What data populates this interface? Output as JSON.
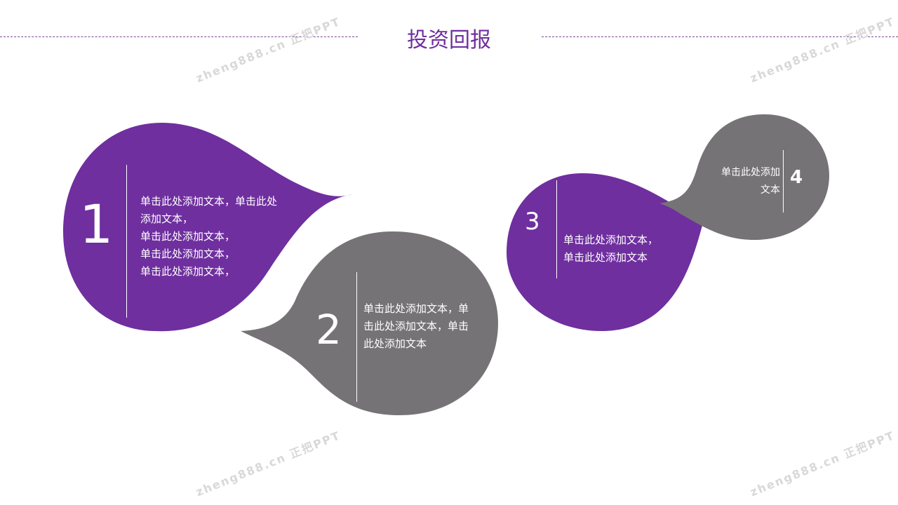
{
  "title": "投资回报",
  "watermark": "zheng888.cn 正把PPT",
  "colors": {
    "purple": "#6f2f9f",
    "gray": "#767376"
  },
  "items": [
    {
      "number": "1",
      "text": [
        "单击此处添加文本，单击此处",
        "添加文本，",
        "单击此处添加文本，",
        "单击此处添加文本，",
        "单击此处添加文本，"
      ]
    },
    {
      "number": "2",
      "text": [
        "单击此处添加文本，单",
        "击此处添加文本，单击",
        "此处添加文本"
      ]
    },
    {
      "number": "3",
      "text": [
        "单击此处添加文本，",
        "单击此处添加文本"
      ]
    },
    {
      "number": "4",
      "text": [
        "单击此处添加",
        "文本"
      ]
    }
  ]
}
